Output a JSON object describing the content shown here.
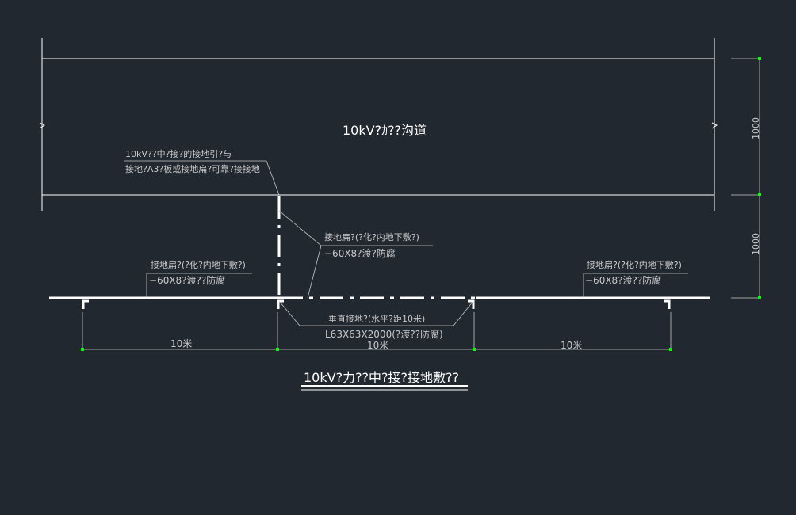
{
  "drawing": {
    "trench_label": "10kV?ｶ??沟道",
    "note_line1": "10kV??中?接?的接地引?与",
    "note_line2": "接地?A3?板或接地扁?可靠?接接地",
    "center_bar_line1": "接地扁?(?化?内地下敷?)",
    "center_bar_line2": "−60X8?渡?防腐",
    "left_bar_line1": "接地扁?(?化?内地下敷?)",
    "left_bar_line2": "−60X8?渡??防腐",
    "right_bar_line1": "接地扁?(?化?内地下敷?)",
    "right_bar_line2": "−60X8?渡??防腐",
    "rod_line1": "垂直接地?(水平?距10米)",
    "rod_line2": "L63X63X2000(?渡??防腐)",
    "span_left": "10米",
    "span_mid": "10米",
    "span_right": "10米",
    "dim_upper": "1000",
    "dim_lower": "1000",
    "title": "10kV?力??中?接?接地敷??"
  },
  "colors": {
    "background": "#212830",
    "line": "#ffffff",
    "marker": "#00ff00"
  }
}
